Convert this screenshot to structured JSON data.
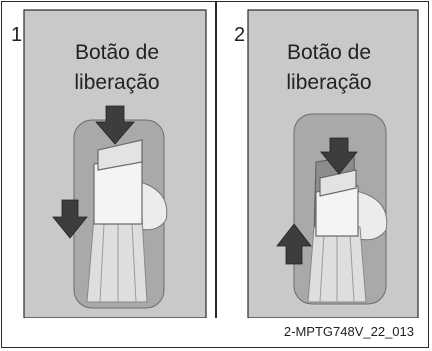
{
  "panels": [
    {
      "number": "1",
      "label_line1": "Botão de",
      "label_line2": "liberação",
      "arrows": [
        "down",
        "down"
      ]
    },
    {
      "number": "2",
      "label_line1": "Botão de",
      "label_line2": "liberação",
      "arrows": [
        "down",
        "up"
      ]
    }
  ],
  "caption": "2-MPTG748V_22_013",
  "colors": {
    "panel_bg": "#c9c9c9",
    "arrow": "#3d3d3d",
    "outline": "#2a2a2a"
  }
}
